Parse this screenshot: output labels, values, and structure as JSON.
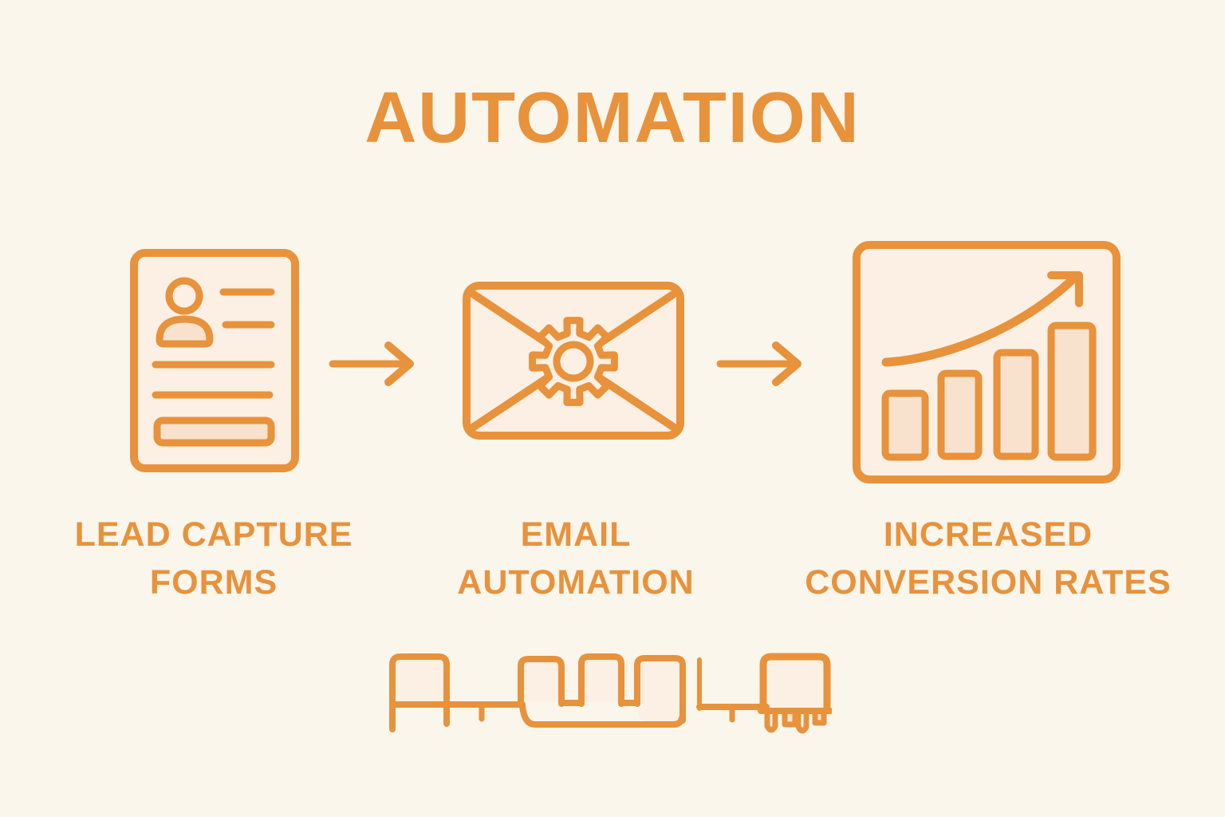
{
  "title": "AUTOMATION",
  "colors": {
    "accent": "#E8923C",
    "background": "#FAF6EC",
    "fill_light": "#FBF0E3",
    "fill_mid": "#F8E2CD"
  },
  "steps": [
    {
      "icon": "lead-capture-form-icon",
      "label_line1": "LEAD CAPTURE",
      "label_line2": "FORMS"
    },
    {
      "icon": "email-automation-icon",
      "label_line1": "EMAIL",
      "label_line2": "AUTOMATION"
    },
    {
      "icon": "growth-chart-icon",
      "label_line1": "INCREASED",
      "label_line2": "CONVERSION RATES"
    }
  ],
  "connectors": [
    {
      "icon": "right-arrow-icon"
    },
    {
      "icon": "right-arrow-icon"
    }
  ],
  "footer": {
    "icon": "conveyor-train-doodle"
  }
}
